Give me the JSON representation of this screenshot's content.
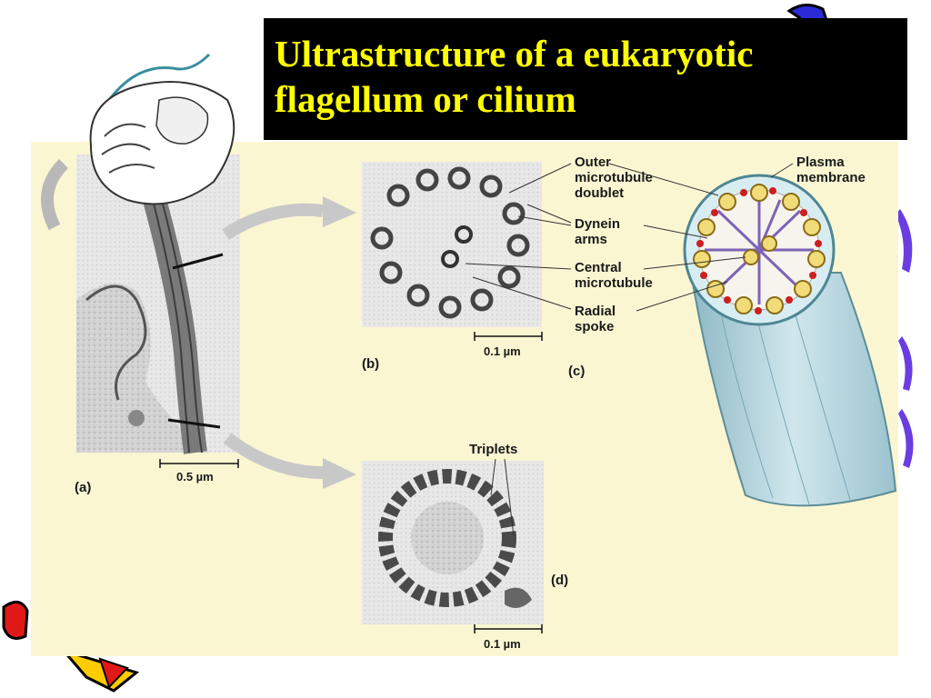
{
  "title": "Ultrastructure of a eukaryotic flagellum or cilium",
  "panels": {
    "a": {
      "label": "(a)",
      "scale": "0.5 µm"
    },
    "b": {
      "label": "(b)",
      "scale": "0.1 µm"
    },
    "c": {
      "label": "(c)"
    },
    "d": {
      "label": "(d)",
      "scale": "0.1 µm"
    }
  },
  "callouts": {
    "outer_doublet": "Outer\nmicrotubule\ndoublet",
    "dynein_arms": "Dynein\narms",
    "central_microtubule": "Central\nmicrotubule",
    "radial_spoke": "Radial\nspoke",
    "plasma_membrane": "Plasma\nmembrane",
    "triplets": "Triplets"
  },
  "colors": {
    "title_bg": "#000000",
    "title_text": "#ffff00",
    "panel_bg": "#fbf6d2",
    "flagellum": "#b8d8e0",
    "doublet": "#f2dc7a",
    "dynein": "#cc1f1f",
    "spoke": "#7d63b8"
  }
}
